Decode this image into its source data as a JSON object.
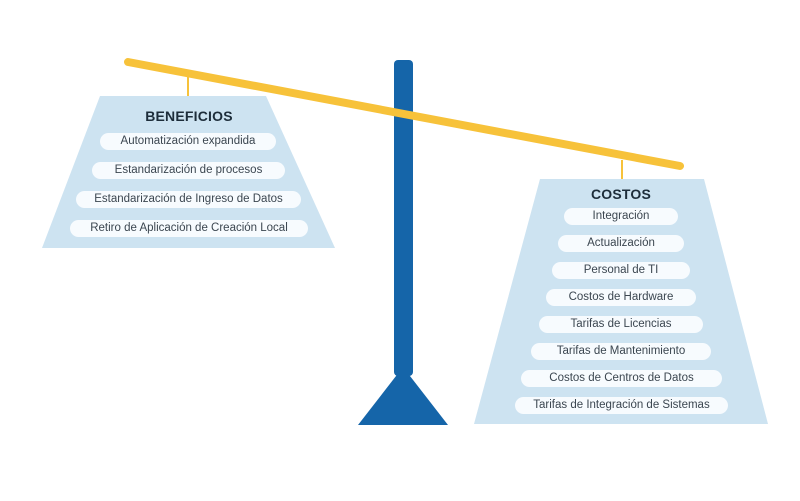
{
  "colors": {
    "beam": "#f7c23a",
    "post": "#1565a9",
    "pan": "#cde3f1",
    "pill": "#f7fbfe",
    "text": "#3b4650",
    "title": "#1d2d3a"
  },
  "benefits": {
    "title": "BENEFICIOS",
    "items": [
      "Automatización expandida",
      "Estandarización de procesos",
      "Estandarización de Ingreso de Datos",
      "Retiro de Aplicación de Creación Local"
    ]
  },
  "costs": {
    "title": "COSTOS",
    "items": [
      "Integración",
      "Actualización",
      "Personal de TI",
      "Costos de Hardware",
      "Tarifas de Licencias",
      "Tarifas de Mantenimiento",
      "Costos de Centros de Datos",
      "Tarifas de Integración de Sistemas"
    ]
  }
}
